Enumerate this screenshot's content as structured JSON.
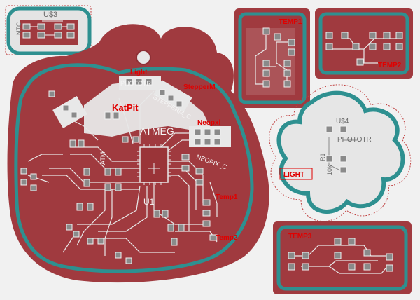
{
  "colors": {
    "background": "#f1f1f1",
    "board": "#a03a3f",
    "board_dark": "#8e3036",
    "outline": "#2e9090",
    "silk": "#e8e8e8",
    "red_label": "#e00000",
    "pad": "#8a8a8a"
  },
  "boards": {
    "main": {
      "labels": {
        "light": "Light",
        "stepper": "StepperM",
        "katpit": "KatPit",
        "neopxl": "Neopxl",
        "temp1": "Temp1",
        "temp2": "Temp2",
        "mcu": "ATMEG",
        "u1": "U1",
        "photo": "PHOTOTR",
        "stepper_conn": "STEPPERM_C",
        "neopixel_conn": "NEOPIX_C",
        "ref_atm": "ATM"
      }
    },
    "ntc": {
      "name": "U$3",
      "side_label": "NTC"
    },
    "temp1": {
      "title": "TEMP1"
    },
    "temp2": {
      "title": "TEMP2"
    },
    "light": {
      "title": "LIGHT",
      "name": "U$4",
      "part": "PHOTOTR",
      "r1": "R1",
      "r2": "10k"
    },
    "temp3": {
      "title": "TEMP3"
    }
  }
}
